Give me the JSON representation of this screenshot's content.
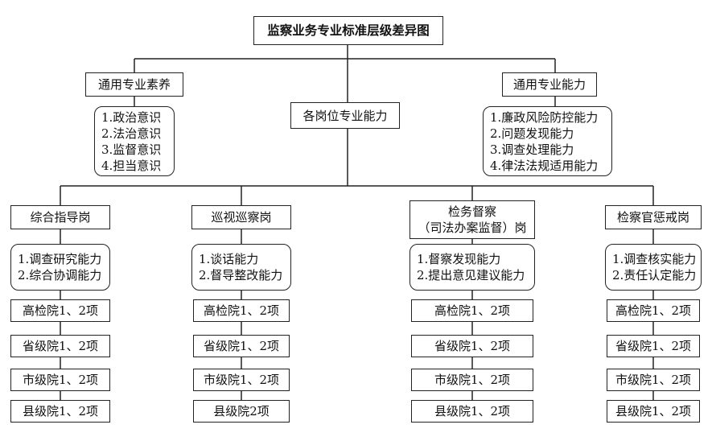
{
  "title": "监察业务专业标准层级差异图",
  "general_quality": {
    "label": "通用专业素养",
    "items": [
      "1.政治意识",
      "2.法治意识",
      "3.监督意识",
      "4.担当意识"
    ]
  },
  "post_ability": {
    "label": "各岗位专业能力"
  },
  "general_ability": {
    "label": "通用专业能力",
    "items": [
      "1.廉政风险防控能力",
      "2.问题发现能力",
      "3.调查处理能力",
      "4.律法法规适用能力"
    ]
  },
  "posts": [
    {
      "name": "综合指导岗",
      "abilities": [
        "1.调查研究能力",
        "2.综合协调能力"
      ],
      "levels": [
        "高检院1、2项",
        "省级院1、2项",
        "市级院1、2项",
        "县级院1、2项"
      ]
    },
    {
      "name": "巡视巡察岗",
      "abilities": [
        "1.谈话能力",
        "2.督导整改能力"
      ],
      "levels": [
        "高检院1、2项",
        "省级院1、2项",
        "市级院1、2项",
        "县级院2项"
      ]
    },
    {
      "name_lines": [
        "检务督察",
        "（司法办案监督）岗"
      ],
      "abilities": [
        "1.督察发现能力",
        "2.提出意见建议能力"
      ],
      "levels": [
        "高检院1、2项",
        "省级院1、2项",
        "市级院1、2项",
        "县级院1、2项"
      ]
    },
    {
      "name": "检察官惩戒岗",
      "abilities": [
        "1.调查核实能力",
        "2.责任认定能力"
      ],
      "levels": [
        "高检院1、2项",
        "省级院1、2项",
        "市级院1、2项",
        "县级院1、2项"
      ]
    }
  ],
  "colors": {
    "line": "#222222",
    "text": "#111111",
    "background": "#ffffff"
  }
}
